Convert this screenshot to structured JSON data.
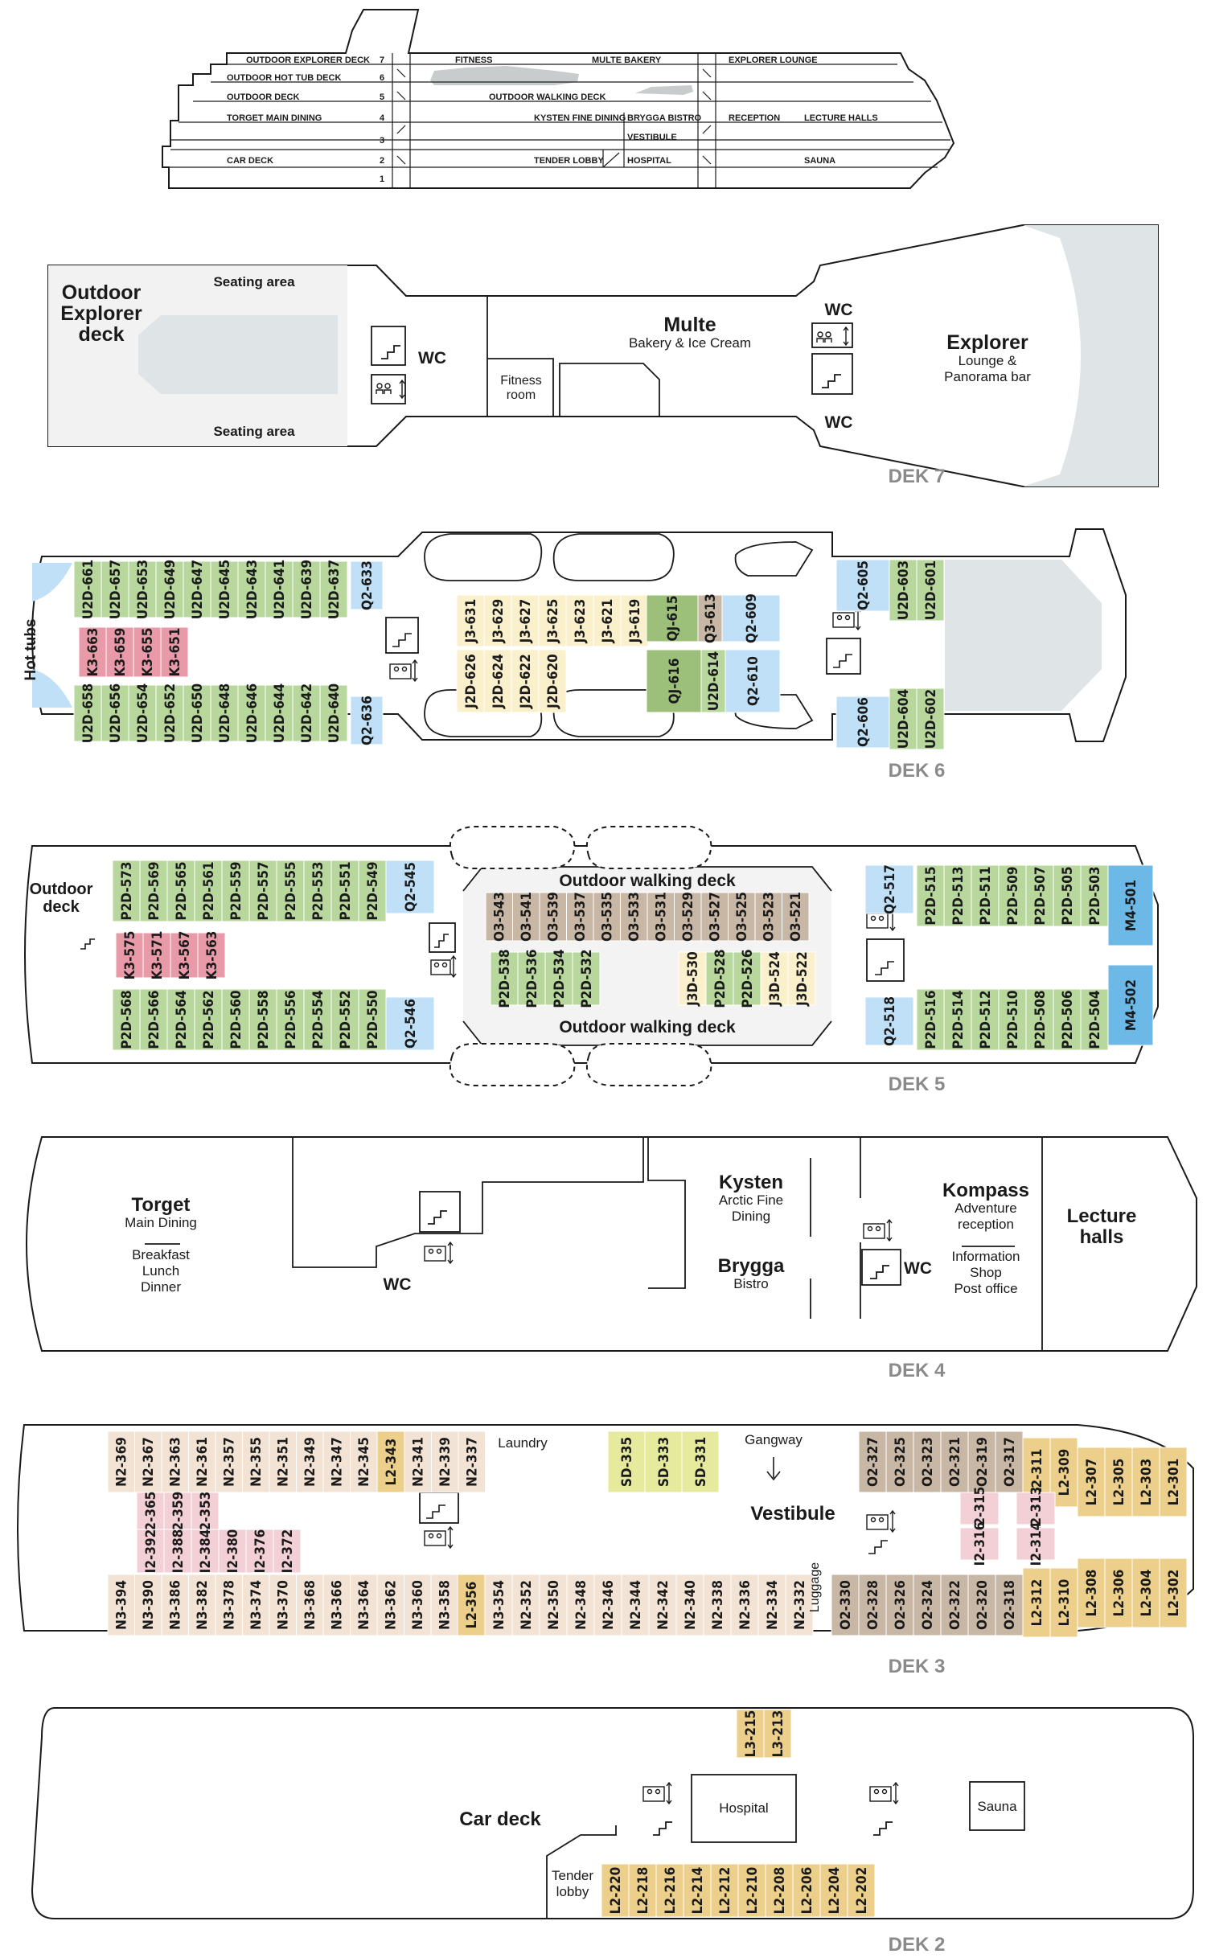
{
  "profile": {
    "left_labels": [
      "OUTDOOR EXPLORER DECK",
      "OUTDOOR HOT TUB DECK",
      "OUTDOOR DECK",
      "TORGET MAIN DINING",
      "CAR DECK"
    ],
    "numbers": [
      "7",
      "6",
      "5",
      "4",
      "3",
      "2",
      "1"
    ],
    "mid_labels": [
      "FITNESS",
      "MULTE BAKERY",
      "OUTDOOR WALKING DECK",
      "KYSTEN FINE DINING",
      "BRYGGA BISTRO",
      "VESTIBULE",
      "TENDER LOBBY",
      "HOSPITAL"
    ],
    "right_labels": [
      "EXPLORER LOUNGE",
      "RECEPTION",
      "LECTURE HALLS",
      "SAUNA"
    ]
  },
  "deck7": {
    "title": "DEK 7",
    "outdoor": [
      "Outdoor",
      "Explorer",
      "deck"
    ],
    "seating_top": "Seating area",
    "seating_bottom": "Seating area",
    "wc1": "WC",
    "wc2": "WC",
    "wc3": "WC",
    "fitness": [
      "Fitness",
      "room"
    ],
    "multe": "Multe",
    "multe_sub": "Bakery & Ice Cream",
    "explorer": "Explorer",
    "explorer_sub": [
      "Lounge &",
      "Panorama bar"
    ]
  },
  "deck6": {
    "title": "DEK 6",
    "hot_tubs": "Hot tubs",
    "top_row": [
      "U2D-661",
      "U2D-657",
      "U2D-653",
      "U2D-649",
      "U2D-647",
      "U2D-645",
      "U2D-643",
      "U2D-641",
      "U2D-639",
      "U2D-637"
    ],
    "bottom_row": [
      "U2D-658",
      "U2D-656",
      "U2D-654",
      "U2D-652",
      "U2D-650",
      "U2D-648",
      "U2D-646",
      "U2D-644",
      "U2D-642",
      "U2D-640"
    ],
    "k_row": [
      "K3-663",
      "K3-659",
      "K3-655",
      "K3-651"
    ],
    "q633": "Q2-633",
    "q636": "Q2-636",
    "j_top": [
      "J3-631",
      "J3-629",
      "J3-627",
      "J3-625",
      "J3-623",
      "J3-621",
      "J3-619"
    ],
    "j_bottom": [
      "J2D-626",
      "J2D-624",
      "J2D-622",
      "J2D-620"
    ],
    "qj615": "QJ-615",
    "q613": "Q3-613",
    "q609": "Q2-609",
    "qj616": "QJ-616",
    "u614": "U2D-614",
    "q610": "Q2-610",
    "q605": "Q2-605",
    "u603": "U2D-603",
    "u601": "U2D-601",
    "q606": "Q2-606",
    "u604": "U2D-604",
    "u602": "U2D-602"
  },
  "deck5": {
    "title": "DEK 5",
    "outdoor": [
      "Outdoor",
      "deck"
    ],
    "walk_top": "Outdoor walking deck",
    "walk_bottom": "Outdoor walking deck",
    "top_row": [
      "P2D-573",
      "P2D-569",
      "P2D-565",
      "P2D-561",
      "P2D-559",
      "P2D-557",
      "P2D-555",
      "P2D-553",
      "P2D-551",
      "P2D-549"
    ],
    "bottom_row": [
      "P2D-568",
      "P2D-566",
      "P2D-564",
      "P2D-562",
      "P2D-560",
      "P2D-558",
      "P2D-556",
      "P2D-554",
      "P2D-552",
      "P2D-550"
    ],
    "k_row": [
      "K3-575",
      "K3-571",
      "K3-567",
      "K3-563"
    ],
    "q545": "Q2-545",
    "q546": "Q2-546",
    "o_row": [
      "O3-543",
      "O3-541",
      "O3-539",
      "O3-537",
      "O3-535",
      "O3-533",
      "O3-531",
      "O3-529",
      "O3-527",
      "O3-525",
      "O3-523",
      "O3-521"
    ],
    "p_mid": [
      "P2D-538",
      "P2D-536",
      "P2D-534",
      "P2D-532"
    ],
    "j530": "J3D-530",
    "p528": "P2D-528",
    "p526": "P2D-526",
    "j524": "J3D-524",
    "j522": "J3D-522",
    "q517": "Q2-517",
    "q518": "Q2-518",
    "right_top": [
      "P2D-515",
      "P2D-513",
      "P2D-511",
      "P2D-509",
      "P2D-507",
      "P2D-505",
      "P2D-503"
    ],
    "right_bottom": [
      "P2D-516",
      "P2D-514",
      "P2D-512",
      "P2D-510",
      "P2D-508",
      "P2D-506",
      "P2D-504"
    ],
    "m501": "M4-501",
    "m502": "M4-502"
  },
  "deck4": {
    "title": "DEK 4",
    "torget": "Torget",
    "torget_sub": "Main Dining",
    "meals": [
      "Breakfast",
      "Lunch",
      "Dinner"
    ],
    "wc1": "WC",
    "wc2": "WC",
    "kysten": "Kysten",
    "kysten_sub": [
      "Arctic Fine",
      "Dining"
    ],
    "brygga": "Brygga",
    "brygga_sub": "Bistro",
    "kompass": "Kompass",
    "kompass_sub": [
      "Adventure",
      "reception"
    ],
    "info": [
      "Information",
      "Shop",
      "Post office"
    ],
    "lecture": [
      "Lecture",
      "halls"
    ]
  },
  "deck3": {
    "title": "DEK 3",
    "laundry": "Laundry",
    "gangway": "Gangway",
    "vestibule": "Vestibule",
    "luggage": "Luggage",
    "top_n": [
      "N2-369",
      "N2-367",
      "N2-363",
      "N2-361",
      "N2-357",
      "N2-355",
      "N2-351",
      "N2-349",
      "N2-347",
      "N2-345"
    ],
    "l343": "L2-343",
    "top_n2": [
      "N2-341",
      "N2-339",
      "N2-337"
    ],
    "sd": [
      "SD-335",
      "SD-333",
      "SD-331"
    ],
    "o_top": [
      "O2-327",
      "O2-325",
      "O2-323",
      "O2-321",
      "O2-319",
      "O2-317"
    ],
    "l311": "L2-311",
    "l309": "L2-309",
    "l_right_top": [
      "L2-307",
      "L2-305",
      "L2-303",
      "L2-301"
    ],
    "i_pink_top": [
      "I2-365",
      "I2-359",
      "I2-353"
    ],
    "i_pink_bottom": [
      "I2-392",
      "I2-388",
      "I2-384",
      "I2-380",
      "I2-376",
      "I2-372"
    ],
    "i315": "I2-315",
    "i316": "I2-316",
    "i313": "I2-313",
    "i314": "I2-314",
    "bottom_n": [
      "N3-394",
      "N3-390",
      "N3-386",
      "N3-382",
      "N3-378",
      "N3-374",
      "N3-370",
      "N3-368",
      "N3-366",
      "N3-364",
      "N3-362",
      "N3-360",
      "N3-358"
    ],
    "l356": "L2-356",
    "bottom_n2": [
      "N3-354",
      "N2-352",
      "N2-350",
      "N2-348",
      "N2-346",
      "N2-344",
      "N2-342",
      "N2-340",
      "N2-338",
      "N2-336",
      "N2-334",
      "N2-332"
    ],
    "o_bottom": [
      "O2-330",
      "O2-328",
      "O2-326",
      "O2-324",
      "O2-322",
      "O2-320",
      "O2-318"
    ],
    "l312": "L2-312",
    "l310": "L2-310",
    "l_right_bottom": [
      "L2-308",
      "L2-306",
      "L2-304",
      "L2-302"
    ]
  },
  "deck2": {
    "title": "DEK 2",
    "car_deck": "Car deck",
    "hospital": "Hospital",
    "sauna": "Sauna",
    "tender": [
      "Tender",
      "lobby"
    ],
    "top_cabins": [
      "L3-215",
      "L3-213"
    ],
    "bottom_cabins": [
      "L2-220",
      "L2-218",
      "L2-216",
      "L2-214",
      "L2-212",
      "L2-210",
      "L2-208",
      "L2-206",
      "L2-204",
      "L2-202"
    ]
  },
  "colors": {
    "green": "#b7d79c",
    "dark_green": "#9cc07a",
    "pink": "#e89aa8",
    "light_pink": "#f3d0d6",
    "blue": "#bfe0f6",
    "strong_blue": "#6cb9e8",
    "cream": "#fbf0cc",
    "taupe": "#c9b7a6",
    "sand": "#f2e3d5",
    "gold": "#ebcf8a",
    "yellow": "#e6ea9c",
    "grey": "#dfe4e6"
  }
}
